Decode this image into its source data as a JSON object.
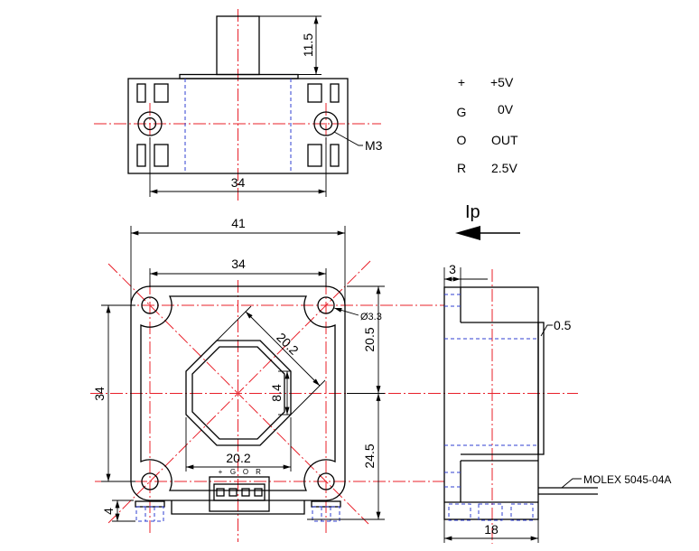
{
  "top_view": {
    "dim_stem_height": "11.5",
    "thread_label": "M3",
    "dim_hole_spacing": "34"
  },
  "pin_legend": [
    {
      "pin": "+",
      "signal": "+5V"
    },
    {
      "pin": "G",
      "signal": "0V"
    },
    {
      "pin": "O",
      "signal": "OUT"
    },
    {
      "pin": "R",
      "signal": "2.5V"
    }
  ],
  "front_view": {
    "dim_overall_width": "41",
    "dim_hole_spacing_h": "34",
    "hole_diameter": "Ø3.3",
    "dim_aperture_diagonal": "20.2",
    "dim_upper_height": "20.5",
    "dim_flat_length": "8.4",
    "dim_hole_spacing_v": "34",
    "dim_lower_height": "24.5",
    "dim_aperture_width": "20.2",
    "connector_pins": [
      "+",
      "G",
      "O",
      "R"
    ],
    "dim_foot_height": "4"
  },
  "side_view": {
    "current_label": "Ip",
    "dim_flange": "3",
    "dim_offset": "0.5",
    "connector_label": "MOLEX 5045-04A",
    "dim_thickness": "18"
  },
  "colors": {
    "outline": "#000000",
    "centerline": "#e8202a",
    "hidden_line": "#2f3fd0"
  }
}
